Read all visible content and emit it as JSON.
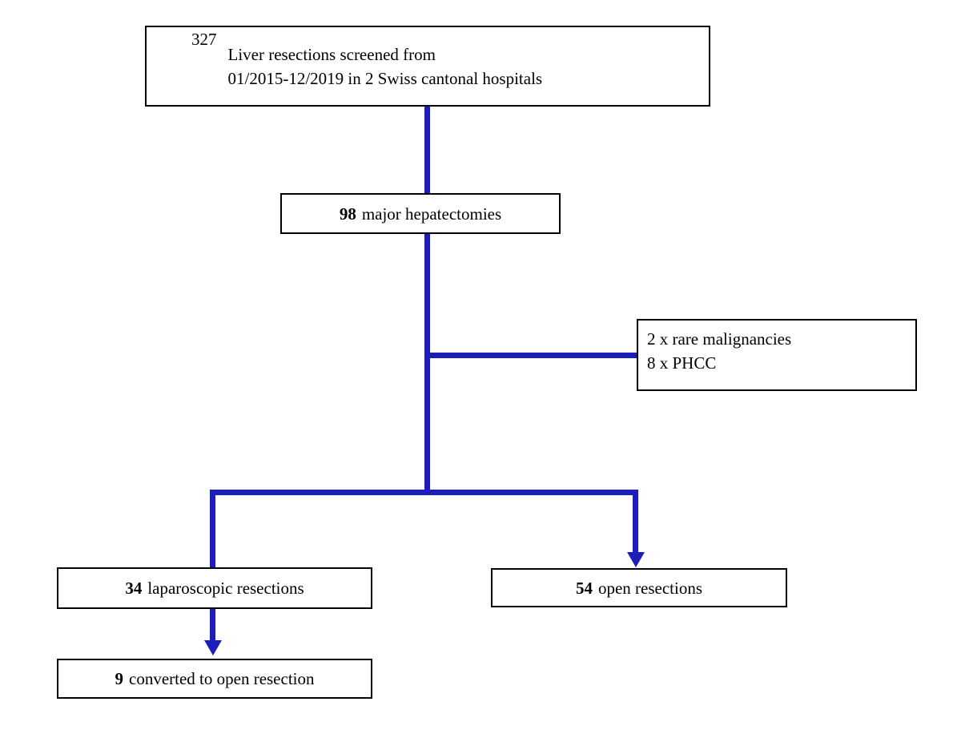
{
  "diagram": {
    "type": "flowchart",
    "accent_color": "#1d1db8",
    "box_border_color": "#000000",
    "nodes": {
      "screened": {
        "number": "327",
        "line1": "Liver resections screened from",
        "line2": "01/2015-12/2019 in 2 Swiss cantonal hospitals"
      },
      "major": {
        "number": "98",
        "label": "major hepatectomies"
      },
      "excluded": {
        "line1": "2 x rare malignancies",
        "line2": "8 x PHCC"
      },
      "laparoscopic": {
        "number": "34",
        "label": "laparoscopic resections"
      },
      "open": {
        "number": "54",
        "label": "open resections"
      },
      "converted": {
        "number": "9",
        "label": "converted to open resection"
      }
    }
  }
}
